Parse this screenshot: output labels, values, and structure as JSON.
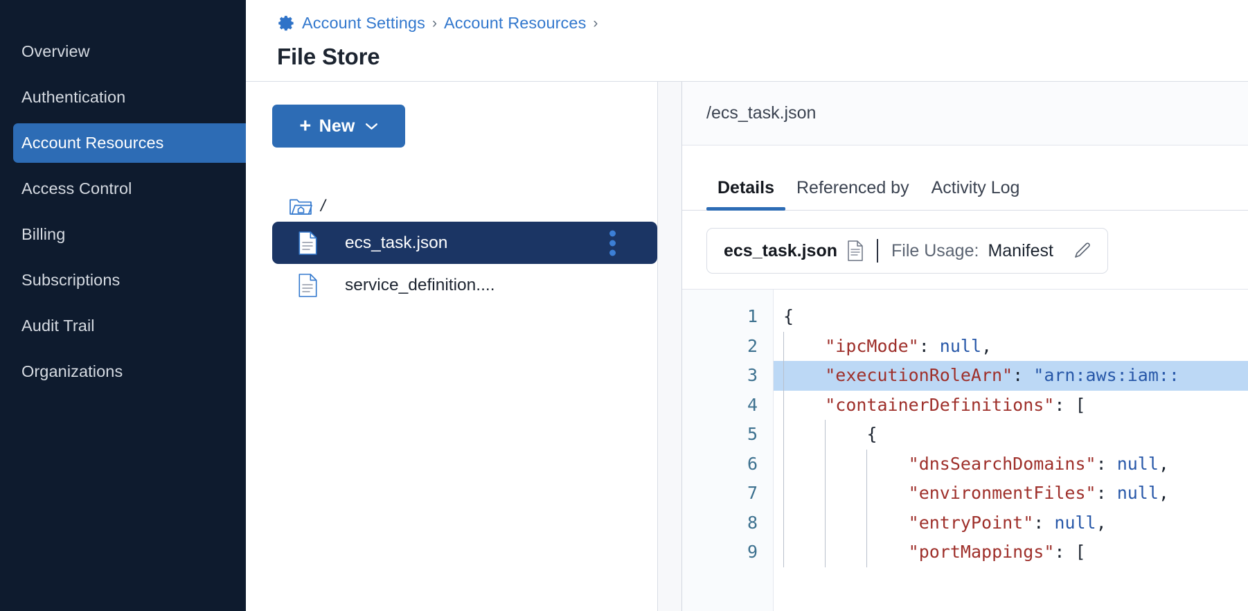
{
  "sidebar": {
    "items": [
      {
        "label": "Overview",
        "active": false
      },
      {
        "label": "Authentication",
        "active": false
      },
      {
        "label": "Account Resources",
        "active": true
      },
      {
        "label": "Access Control",
        "active": false
      },
      {
        "label": "Billing",
        "active": false
      },
      {
        "label": "Subscriptions",
        "active": false
      },
      {
        "label": "Audit Trail",
        "active": false
      },
      {
        "label": "Organizations",
        "active": false
      }
    ]
  },
  "header": {
    "gear_icon": "gear-icon",
    "breadcrumb": [
      {
        "label": "Account Settings"
      },
      {
        "label": "Account Resources"
      }
    ],
    "separator": "›",
    "title": "File Store"
  },
  "tree_pane": {
    "new_button": {
      "plus": "+",
      "label": "New",
      "chevron": "chevron-down-icon"
    },
    "root": {
      "icon": "folder-home-icon",
      "label": "/"
    },
    "files": [
      {
        "icon": "file-icon",
        "label": "ecs_task.json",
        "selected": true,
        "kebab": "kebab-menu-icon"
      },
      {
        "icon": "file-icon",
        "label": "service_definition....",
        "selected": false
      }
    ]
  },
  "detail_pane": {
    "path": "/ecs_task.json",
    "tabs": [
      {
        "label": "Details",
        "active": true
      },
      {
        "label": "Referenced by",
        "active": false
      },
      {
        "label": "Activity Log",
        "active": false
      }
    ],
    "usage_card": {
      "file_name": "ecs_task.json",
      "file_icon": "document-icon",
      "usage_label": "File Usage:",
      "usage_value": "Manifest",
      "edit_icon": "pencil-icon"
    },
    "editor": {
      "line_numbers": [
        "1",
        "2",
        "3",
        "4",
        "5",
        "6",
        "7",
        "8",
        "9"
      ],
      "highlighted_line": 3,
      "lines": [
        {
          "n": 1,
          "indent": 0,
          "guides": 0,
          "tokens": [
            {
              "t": "{",
              "c": "p"
            }
          ]
        },
        {
          "n": 2,
          "indent": 1,
          "guides": 1,
          "tokens": [
            {
              "t": "\"ipcMode\"",
              "c": "k"
            },
            {
              "t": ": ",
              "c": "p"
            },
            {
              "t": "null",
              "c": "v"
            },
            {
              "t": ",",
              "c": "p"
            }
          ]
        },
        {
          "n": 3,
          "indent": 1,
          "guides": 1,
          "tokens": [
            {
              "t": "\"executionRoleArn\"",
              "c": "k"
            },
            {
              "t": ": ",
              "c": "p"
            },
            {
              "t": "\"arn:aws:iam::",
              "c": "v"
            }
          ]
        },
        {
          "n": 4,
          "indent": 1,
          "guides": 1,
          "tokens": [
            {
              "t": "\"containerDefinitions\"",
              "c": "k"
            },
            {
              "t": ": [",
              "c": "p"
            }
          ]
        },
        {
          "n": 5,
          "indent": 2,
          "guides": 2,
          "tokens": [
            {
              "t": "{",
              "c": "p"
            }
          ]
        },
        {
          "n": 6,
          "indent": 3,
          "guides": 3,
          "tokens": [
            {
              "t": "\"dnsSearchDomains\"",
              "c": "k"
            },
            {
              "t": ": ",
              "c": "p"
            },
            {
              "t": "null",
              "c": "v"
            },
            {
              "t": ",",
              "c": "p"
            }
          ]
        },
        {
          "n": 7,
          "indent": 3,
          "guides": 3,
          "tokens": [
            {
              "t": "\"environmentFiles\"",
              "c": "k"
            },
            {
              "t": ": ",
              "c": "p"
            },
            {
              "t": "null",
              "c": "v"
            },
            {
              "t": ",",
              "c": "p"
            }
          ]
        },
        {
          "n": 8,
          "indent": 3,
          "guides": 3,
          "tokens": [
            {
              "t": "\"entryPoint\"",
              "c": "k"
            },
            {
              "t": ": ",
              "c": "p"
            },
            {
              "t": "null",
              "c": "v"
            },
            {
              "t": ",",
              "c": "p"
            }
          ]
        },
        {
          "n": 9,
          "indent": 3,
          "guides": 3,
          "tokens": [
            {
              "t": "\"portMappings\"",
              "c": "k"
            },
            {
              "t": ": [",
              "c": "p"
            }
          ]
        }
      ]
    }
  },
  "colors": {
    "sidebar_bg": "#0e1b2e",
    "accent_blue": "#2d6cb5",
    "selected_row": "#1b3564",
    "link_blue": "#3177cd",
    "code_key": "#9e2f2a",
    "code_value": "#2757a8",
    "code_highlight": "#bcd8f5"
  }
}
